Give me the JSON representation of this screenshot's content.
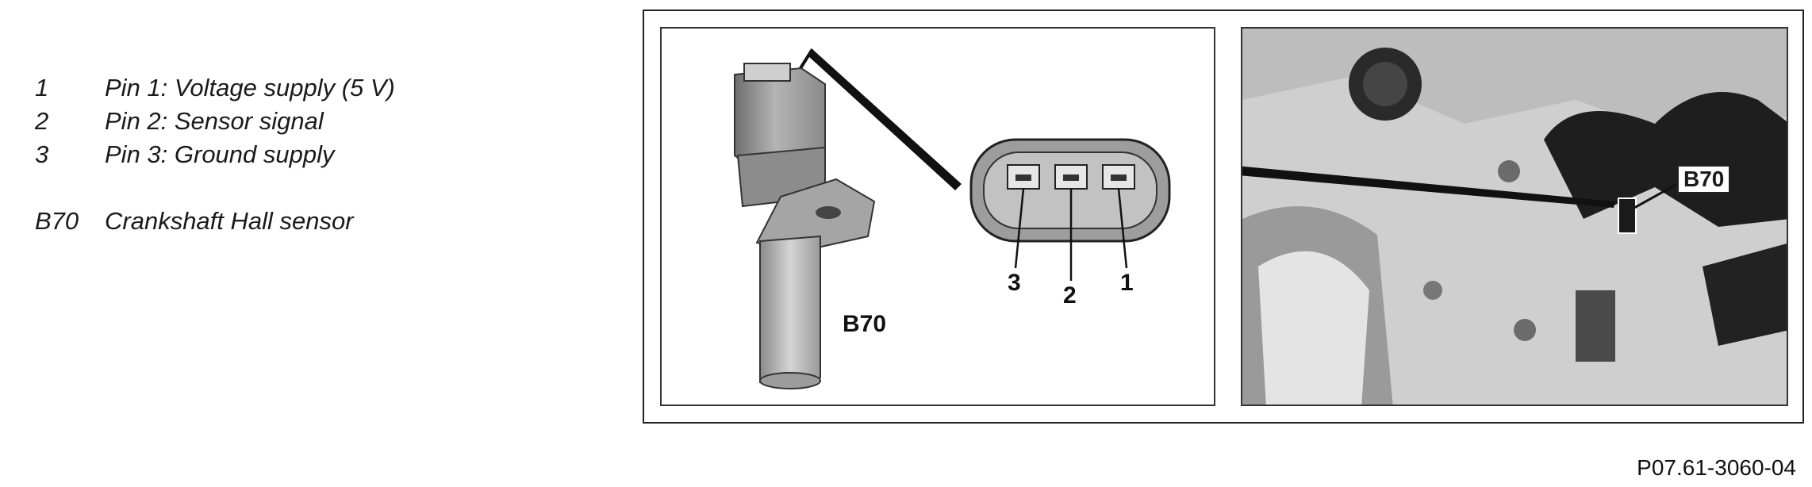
{
  "legend": [
    {
      "key": "1",
      "text": "Pin 1:  Voltage supply (5 V)"
    },
    {
      "key": "2",
      "text": "Pin 2:  Sensor signal"
    },
    {
      "key": "3",
      "text": "Pin 3: Ground supply"
    },
    {
      "key": "B70",
      "text": "Crankshaft Hall sensor"
    }
  ],
  "diagram": {
    "component_label": "B70",
    "pin_labels": [
      "3",
      "2",
      "1"
    ],
    "photo_tag": "B70"
  },
  "figure_ref": "P07.61-3060-04"
}
